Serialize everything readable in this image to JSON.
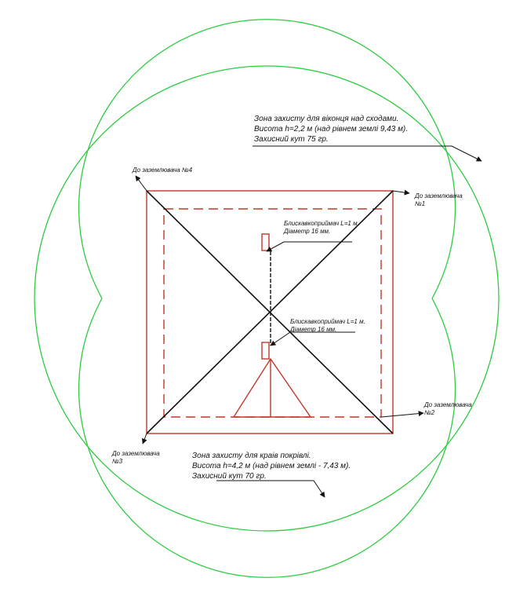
{
  "colors": {
    "zone_circle": "#2ecc40",
    "roof": "#c0392b",
    "diagonal": "#111111",
    "leader": "#111111"
  },
  "zone_top": {
    "line1": "Зона захисту для віконця над сходами.",
    "line2": "Висота h=2,2 м (над рівнем землі 9,43 м).",
    "line3": "Захисний кут 75 гр."
  },
  "zone_bottom": {
    "line1": "Зона захисту для краів покрівлі.",
    "line2": "Висота h=4,2 м (над рівнем землі - 7,43 м).",
    "line3": "Захисний кут 70 гр."
  },
  "rod_upper": {
    "line1": "Блискавкоприймач L=1 м.",
    "line2": "Діаметр 16 мм."
  },
  "rod_lower": {
    "line1": "Блискавкоприймач L=1 м.",
    "line2": "Діаметр 16 мм."
  },
  "grounding": {
    "g1_line1": "До заземлювача",
    "g1_line2": "№1",
    "g2_line1": "До заземлювача",
    "g2_line2": "№2",
    "g3_line1": "До заземлювача",
    "g3_line2": "№3",
    "g4": "До заземлювача №4"
  }
}
